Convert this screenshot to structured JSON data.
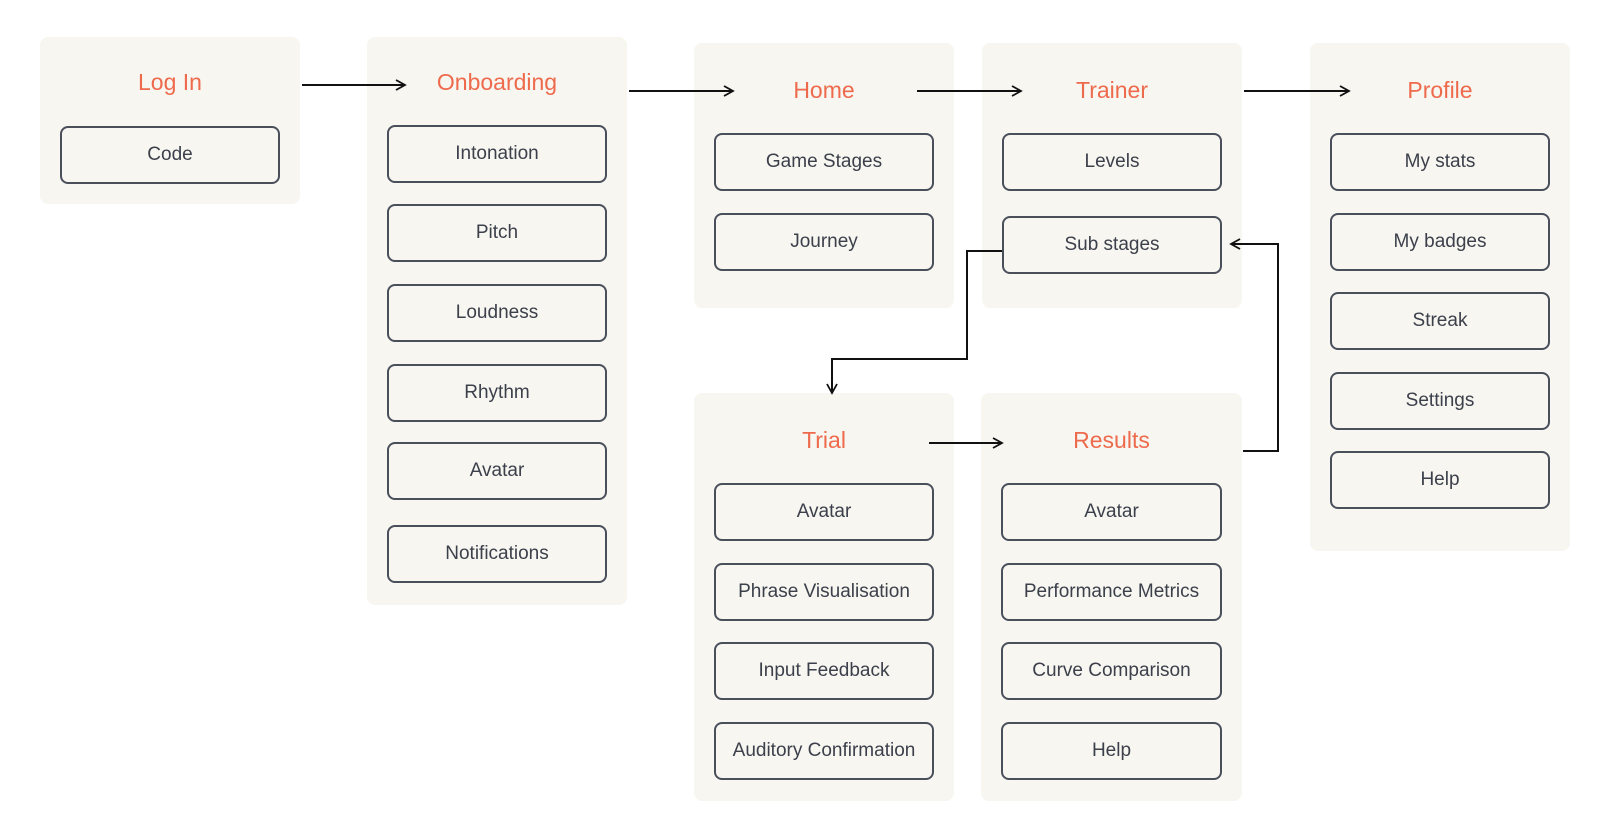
{
  "colors": {
    "panel_bg": "#f7f6f1",
    "title": "#ee6a4c",
    "item_border": "#4a4f5c",
    "item_text": "#3c404b",
    "connector": "#111111"
  },
  "screens": {
    "login": {
      "title": "Log In",
      "items": [
        "Code"
      ]
    },
    "onboarding": {
      "title": "Onboarding",
      "items": [
        "Intonation",
        "Pitch",
        "Loudness",
        "Rhythm",
        "Avatar",
        "Notifications"
      ]
    },
    "home": {
      "title": "Home",
      "items": [
        "Game Stages",
        "Journey"
      ]
    },
    "trainer": {
      "title": "Trainer",
      "items": [
        "Levels",
        "Sub stages"
      ]
    },
    "profile": {
      "title": "Profile",
      "items": [
        "My stats",
        "My badges",
        "Streak",
        "Settings",
        "Help"
      ]
    },
    "trial": {
      "title": "Trial",
      "items": [
        "Avatar",
        "Phrase Visualisation",
        "Input Feedback",
        "Auditory Confirmation"
      ]
    },
    "results": {
      "title": "Results",
      "items": [
        "Avatar",
        "Performance Metrics",
        "Curve Comparison",
        "Help"
      ]
    }
  }
}
